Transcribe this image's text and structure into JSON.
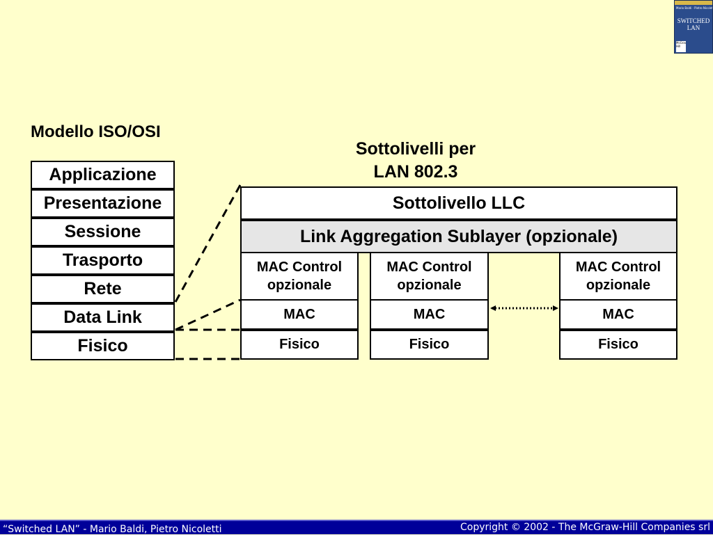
{
  "osi": {
    "title": "Modello ISO/OSI",
    "layers": [
      "Applicazione",
      "Presentazione",
      "Sessione",
      "Trasporto",
      "Rete",
      "Data Link",
      "Fisico"
    ]
  },
  "lan": {
    "title_line1": "Sottolivelli per",
    "title_line2": "LAN 802.3",
    "llc": "Sottolivello LLC",
    "link_aggregation": "Link Aggregation Sublayer (opzionale)",
    "stacks": [
      {
        "mac_control": "MAC Control opzionale",
        "mac": "MAC",
        "physical": "Fisico"
      },
      {
        "mac_control": "MAC Control opzionale",
        "mac": "MAC",
        "physical": "Fisico"
      },
      {
        "mac_control": "MAC Control opzionale",
        "mac": "MAC",
        "physical": "Fisico"
      }
    ]
  },
  "book_cover": {
    "title": "SWITCHED LAN",
    "authors": "Mario Baldi · Pietro Nicoletti",
    "publisher": "McGraw-Hill"
  },
  "footer": {
    "left": "“Switched LAN” - Mario Baldi, Pietro Nicoletti",
    "right": "Copyright © 2002 - The McGraw-Hill Companies srl"
  },
  "colors": {
    "background": "#FFFFCC",
    "footer": "#000099",
    "link_aggregation_fill": "#E6E6E6"
  }
}
